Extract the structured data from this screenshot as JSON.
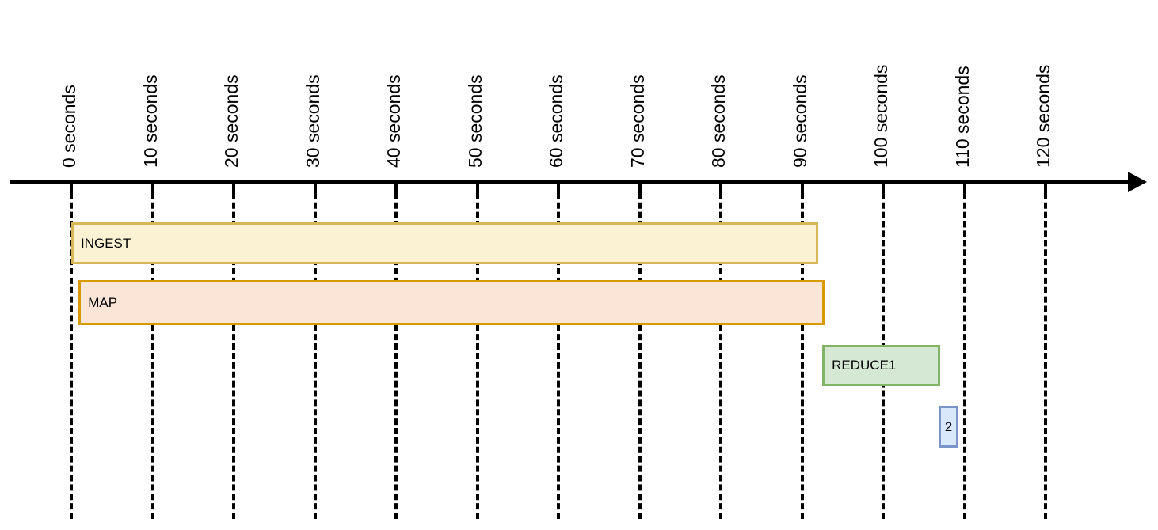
{
  "chart_data": {
    "type": "bar",
    "title": "",
    "subtitle": "",
    "xlabel": "",
    "ylabel": "",
    "orientation": "horizontal",
    "grid": "vertical-dashed",
    "legend": "none",
    "xlim": [
      0,
      131
    ],
    "x_unit": "seconds",
    "axis_ticks": [
      {
        "value": 0,
        "label": "0 seconds"
      },
      {
        "value": 10,
        "label": "10 seconds"
      },
      {
        "value": 20,
        "label": "20 seconds"
      },
      {
        "value": 30,
        "label": "30 seconds"
      },
      {
        "value": 40,
        "label": "40 seconds"
      },
      {
        "value": 50,
        "label": "50 seconds"
      },
      {
        "value": 60,
        "label": "60 seconds"
      },
      {
        "value": 70,
        "label": "70 seconds"
      },
      {
        "value": 80,
        "label": "80 seconds"
      },
      {
        "value": 90,
        "label": "90 seconds"
      },
      {
        "value": 100,
        "label": "100 seconds"
      },
      {
        "value": 110,
        "label": "110 seconds"
      },
      {
        "value": 120,
        "label": "120 seconds"
      }
    ],
    "tasks": [
      {
        "label": "INGEST",
        "start": 0,
        "end": 92,
        "duration": 92,
        "row": 0,
        "fill": "#fbf2d3",
        "stroke": "#d6b656"
      },
      {
        "label": "MAP",
        "start": 0.9,
        "end": 92.8,
        "duration": 91.9,
        "row": 1,
        "fill": "#fbe5d6",
        "stroke": "#d79b00"
      },
      {
        "label": "REDUCE1",
        "start": 92.5,
        "end": 107,
        "duration": 14.5,
        "row": 2,
        "fill": "#d5e8d4",
        "stroke": "#82b366"
      },
      {
        "label": "2",
        "start": 106.8,
        "end": 109.3,
        "duration": 2.5,
        "row": 3,
        "fill": "#dae8fc",
        "stroke": "#7a94c9"
      }
    ]
  },
  "axis": {
    "arrow_direction": "right",
    "line_color": "#000000"
  }
}
